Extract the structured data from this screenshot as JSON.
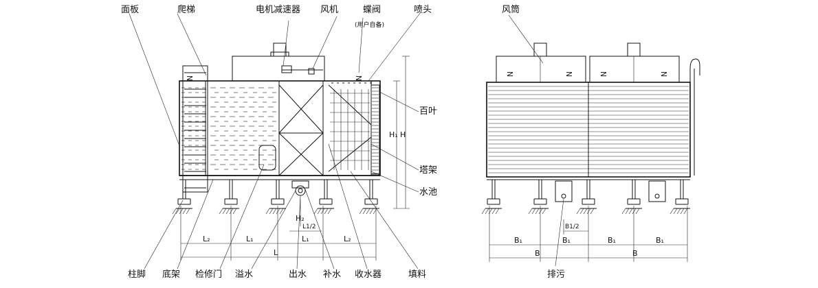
{
  "left_view": {
    "labels": {
      "panel": "面板",
      "ladder": "爬梯",
      "motor_reducer": "电机减速器",
      "fan": "风机",
      "butterfly_valve": "蝶阀",
      "user_supplied": "(用户自备)",
      "nozzle": "喷头",
      "louver": "百叶",
      "tower_frame": "塔架",
      "basin": "水池",
      "column_foot": "柱脚",
      "base_frame": "底架",
      "access_door": "检修门",
      "overflow": "溢水",
      "outlet": "出水",
      "makeup": "补水",
      "drift_eliminator": "收水器",
      "fill": "填料"
    },
    "dims": {
      "L2_left": "L₂",
      "L1_left": "L₁",
      "L1_right": "L₁",
      "L2_right": "L₂",
      "L_half": "L1/2",
      "L_total": "L",
      "H1": "H₁",
      "H": "H",
      "H2": "H₂",
      "N": "N"
    }
  },
  "right_view": {
    "labels": {
      "fan_stack": "风筒",
      "drain": "排污"
    },
    "dims": {
      "B1_a": "B₁",
      "B1_b": "B₁",
      "B1_c": "B₁",
      "B1_d": "B₁",
      "B_half": "B1/2",
      "B_left": "B",
      "B_right": "B",
      "N": "N"
    }
  }
}
